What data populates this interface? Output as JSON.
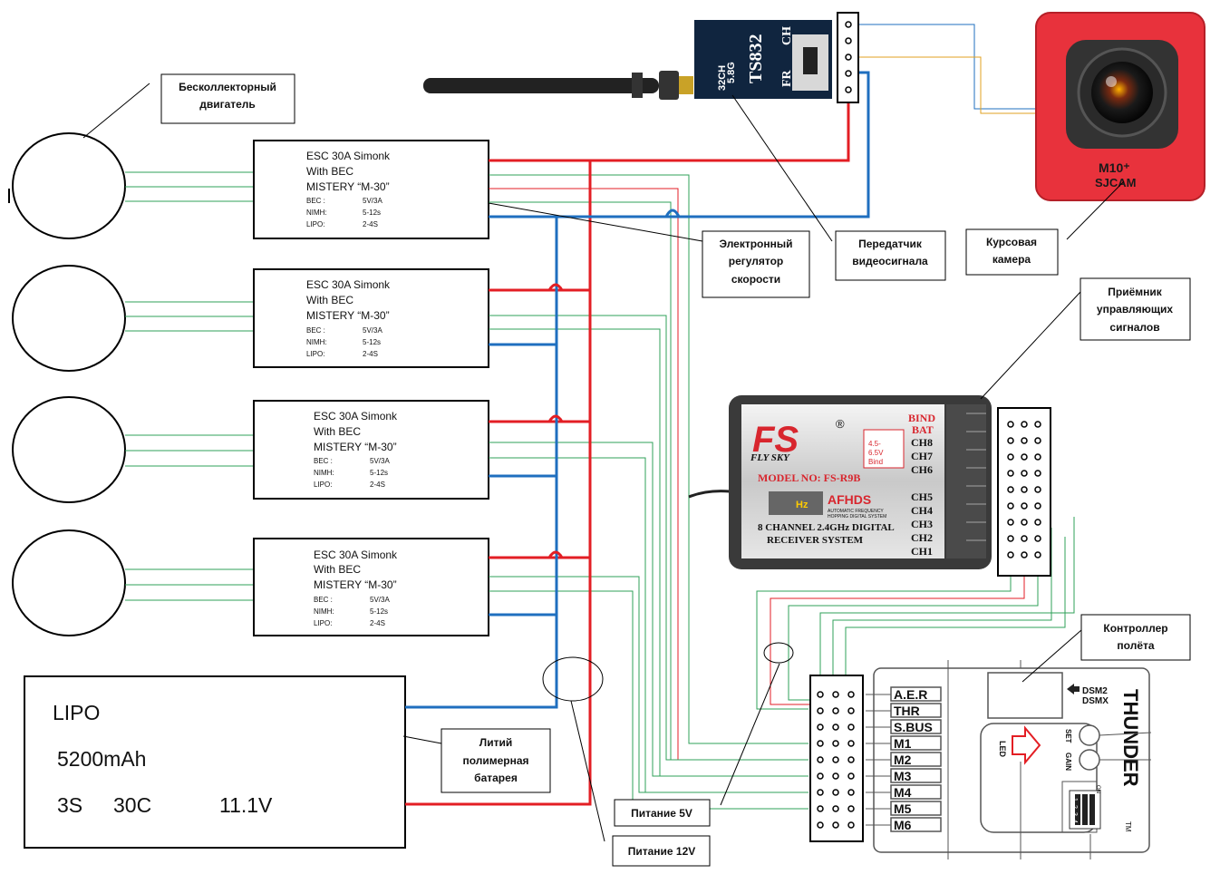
{
  "labels": {
    "motor": [
      "Бесколлекторный",
      "двигатель"
    ],
    "esc": [
      "Электронный",
      "регулятор",
      "скорости"
    ],
    "vtx": [
      "Передатчик",
      "видеосигнала"
    ],
    "camera": [
      "Курсовая",
      "камера"
    ],
    "receiver": [
      "Приёмник",
      "управляющих",
      "сигналов"
    ],
    "fc": [
      "Контроллер",
      "полёта"
    ],
    "battery": [
      "Литий",
      "полимерная",
      "батарея"
    ],
    "power5v": "Питание 5V",
    "power12v": "Питание 12V"
  },
  "esc_units": [
    {
      "line1": "ESC 30A Simonk",
      "line2": "With BEC",
      "line3": "MISTERY “M-30”",
      "specs": [
        [
          "BEC :",
          "5V/3A"
        ],
        [
          "NIMH:",
          "5-12s"
        ],
        [
          "LIPO:",
          "2-4S"
        ]
      ]
    },
    {
      "line1": "ESC 30A Simonk",
      "line2": "With BEC",
      "line3": "MISTERY “M-30”",
      "specs": [
        [
          "BEC :",
          "5V/3A"
        ],
        [
          "NIMH:",
          "5-12s"
        ],
        [
          "LIPO:",
          "2-4S"
        ]
      ]
    },
    {
      "line1": "ESC 30A Simonk",
      "line2": "With BEC",
      "line3": "MISTERY “M-30”",
      "specs": [
        [
          "BEC :",
          "5V/3A"
        ],
        [
          "NIMH:",
          "5-12s"
        ],
        [
          "LIPO:",
          "2-4S"
        ]
      ]
    },
    {
      "line1": "ESC 30A Simonk",
      "line2": "With BEC",
      "line3": "MISTERY “M-30”",
      "specs": [
        [
          "BEC :",
          "5V/3A"
        ],
        [
          "NIMH:",
          "5-12s"
        ],
        [
          "LIPO:",
          "2-4S"
        ]
      ]
    }
  ],
  "battery": {
    "type": "LIPO",
    "capacity": "5200mAh",
    "cells": "3S",
    "rate": "30C",
    "voltage": "11.1V"
  },
  "transmitter": {
    "model": "TS832",
    "band": "5.8G",
    "channels": "32CH",
    "ch": "CH",
    "fr": "FR"
  },
  "camera": {
    "model": "M10⁺",
    "brand": "SJCAM"
  },
  "receiver": {
    "brand": "FLY SKY",
    "logo": "FS",
    "model": "MODEL NO: FS-R9B",
    "line1": "8 CHANNEL 2.4GHz DIGITAL",
    "line2": "RECEIVER SYSTEM",
    "afhds": "AFHDS",
    "ghz": "Hz",
    "afhds_sub": [
      "AUTOMATIC FREQUENCY",
      "HOPPING DIGITAL SYSTEM"
    ],
    "bind_bat": [
      "BIND",
      "BAT"
    ],
    "voltage": [
      "4.5-",
      "6.5V"
    ],
    "bind": "Bind",
    "reg": "®",
    "channels": [
      "CH8",
      "CH7",
      "CH6",
      "CH5",
      "CH4",
      "CH3",
      "CH2",
      "CH1"
    ]
  },
  "flight_controller": {
    "name": "THUNDER",
    "tm": "TM",
    "ports": [
      "A.E.R",
      "THR",
      "S.BUS",
      "M1",
      "M2",
      "M3",
      "M4",
      "M5",
      "M6"
    ],
    "dsm": [
      "DSM2",
      "DSMX"
    ],
    "led": "LED",
    "set": "SET",
    "gain": "GAIN",
    "dip_numbers": [
      "1",
      "2",
      "3",
      "4"
    ],
    "dip_on": "ON"
  },
  "colors": {
    "positive": "#e31e24",
    "negative": "#1f6fbf",
    "signal": "#2fa05a",
    "signal_alt": "#e0a020",
    "camera_body": "#e8323c"
  }
}
